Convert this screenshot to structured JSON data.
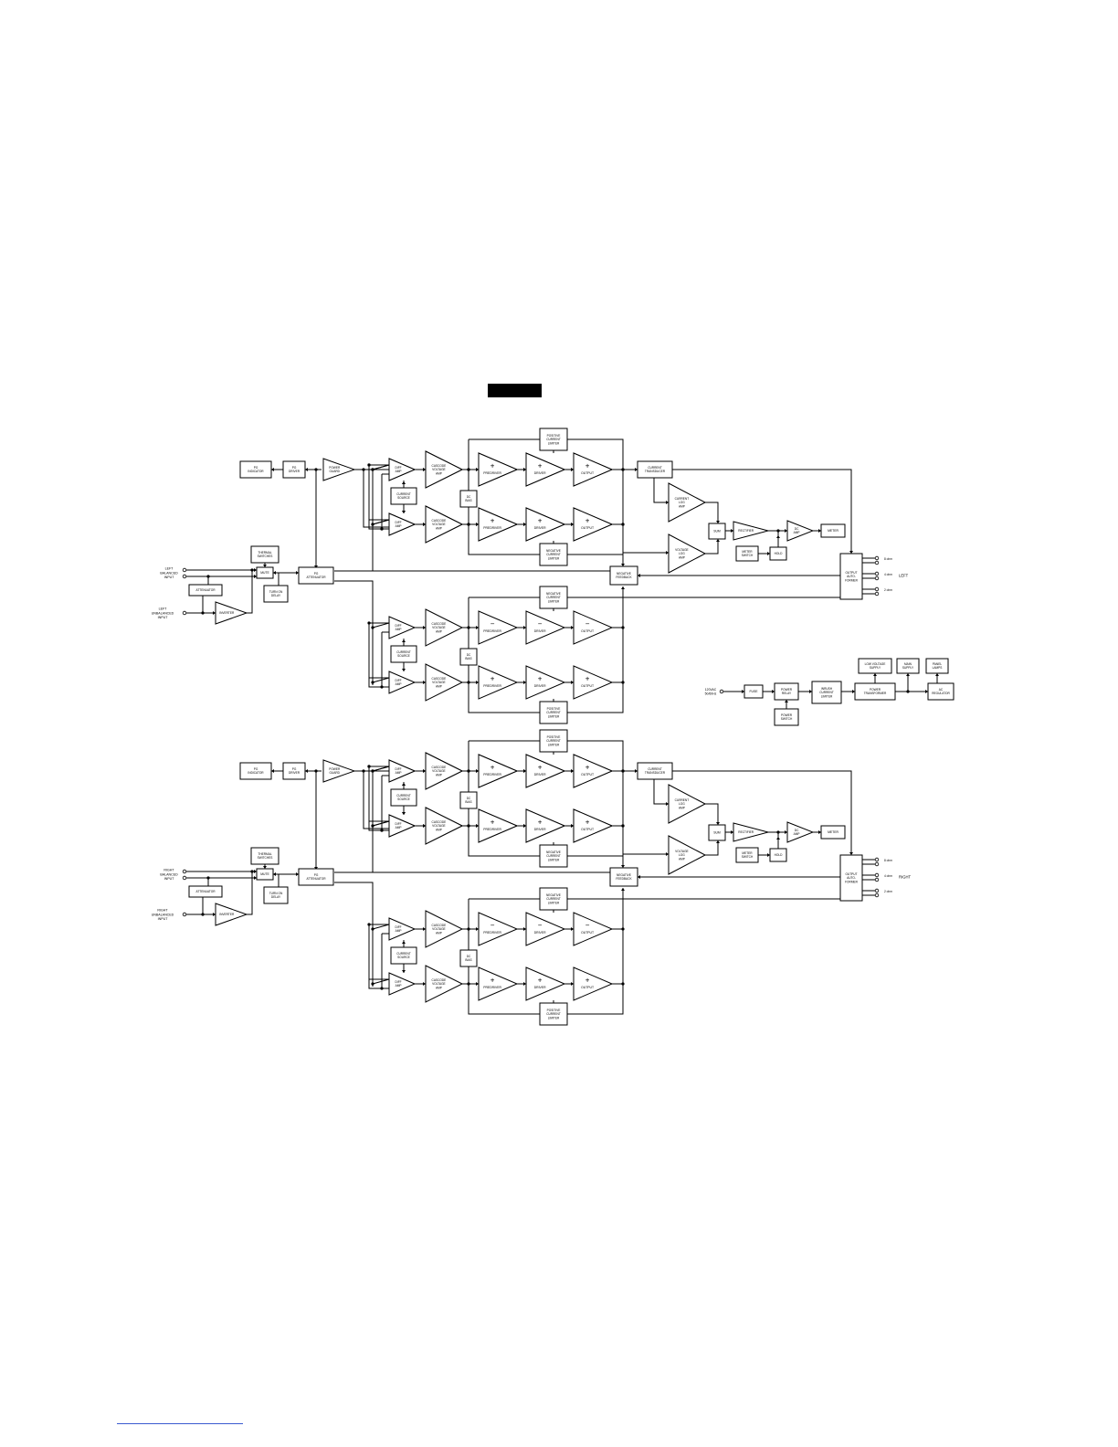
{
  "labels": {
    "pg_indicator": "PG\nINDICATOR",
    "pg_driver": "PG\nDRIVER",
    "power_guard": "POWER\nGUARD",
    "diff_amp": "DIFF\nAMP",
    "cascode": "CASCODE\nVOLTAGE\nAMP",
    "current_source": "CURRENT\nSOURCE",
    "dc_bias": "DC\nBIAS",
    "predriver": "PREDRIVER",
    "driver": "DRIVER",
    "output": "OUTPUT",
    "pos_limiter": "POSITIVE\nCURRENT\nLIMITER",
    "neg_limiter": "NEGATIVE\nCURRENT\nLIMITER",
    "current_transducer": "CURRENT\nTRANSDUCER",
    "current_log_amp": "CURRENT\nLOG\nAMP",
    "voltage_log_amp": "VOLTAGE\nLOG\nAMP",
    "sum": "SUM",
    "rectifier": "RECTIFIER",
    "dc_amp": "DC\nAMP",
    "meter": "METER",
    "meter_switch": "METER\nSWITCH",
    "hold": "HOLD",
    "thermal_switches": "THERMAL\nSWITCHES",
    "mute": "MUTE",
    "turn_on_delay": "TURN ON\nDELAY",
    "pg_attenuator": "PG\nATTENUATOR",
    "negative_feedback": "NEGATIVE\nFEEDBACK",
    "attenuator": "ATTENUATOR",
    "inverter": "INVERTER",
    "output_autoformer": "OUTPUT\nAUTO-\nFORMER",
    "ohm_2": "2 ohm",
    "ohm_4": "4 ohm",
    "ohm_8": "8 ohm",
    "plus": "+",
    "minus": "−"
  },
  "channels": [
    {
      "name": "LEFT",
      "balanced_input": "LEFT\nBALANCED\nINPUT",
      "unbalanced_input": "LEFT\nUNBALANCED\nINPUT"
    },
    {
      "name": "RIGHT",
      "balanced_input": "RIGHT\nBALANCED\nINPUT",
      "unbalanced_input": "RIGHT\nUNBALANCED\nINPUT"
    }
  ],
  "power_supply": {
    "mains": "120VAC\n50/60Hz",
    "fuse": "FUSE",
    "power_relay": "POWER\nRELAY",
    "power_switch": "POWER\nSWITCH",
    "inrush": "INRUSH\nCURRENT\nLIMITER",
    "low_voltage_supply": "LOW VOLTAGE\nSUPPLY",
    "power_transformer": "POWER\nTRANSFORMER",
    "main_supply": "MAIN\nSUPPLY",
    "panel_lamps": "PANEL\nLAMPS",
    "ac_regulator": "AC\nREGULATOR"
  }
}
